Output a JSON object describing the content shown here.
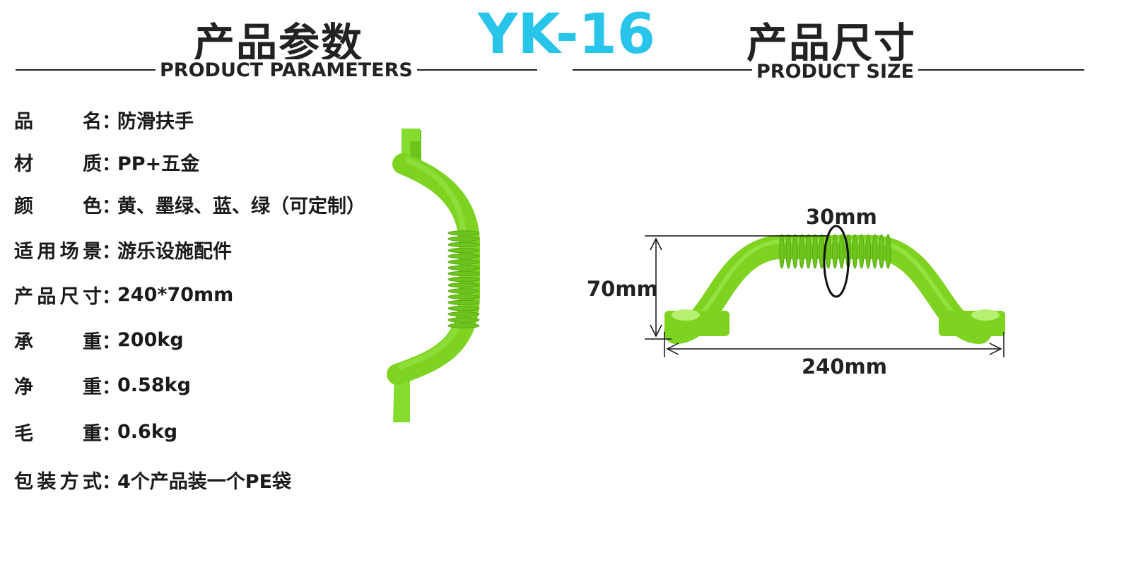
{
  "header": {
    "left_title_cn": "产品参数",
    "left_title_en": "PRODUCT PARAMETERS",
    "model": "YK-16",
    "right_title_cn": "产品尺寸",
    "right_title_en": "PRODUCT SIZE"
  },
  "params": [
    {
      "label_chars": [
        "品",
        "名"
      ],
      "colon": "：",
      "value": "防滑扶手"
    },
    {
      "label_chars": [
        "材",
        "质"
      ],
      "colon": "：",
      "value": "PP+五金"
    },
    {
      "label_chars": [
        "颜",
        "色"
      ],
      "colon": "：",
      "value": "黄、墨绿、蓝、绿（可定制）"
    },
    {
      "label_chars": [
        "适",
        "用",
        "场",
        "景"
      ],
      "colon": "：",
      "value": "游乐设施配件"
    },
    {
      "label_chars": [
        "产",
        "品",
        "尺",
        "寸"
      ],
      "colon": "：",
      "value": "240*70mm"
    },
    {
      "label_chars": [
        "承",
        "重"
      ],
      "colon": "：",
      "value": "200kg"
    },
    {
      "label_chars": [
        "净",
        "重"
      ],
      "colon": "：",
      "value": "0.58kg"
    },
    {
      "label_chars": [
        "毛",
        "重"
      ],
      "colon": "：",
      "value": "0.6kg"
    },
    {
      "label_chars": [
        "包",
        "装",
        "方",
        "式"
      ],
      "colon": "：",
      "value": "4个产品装一个PE袋"
    }
  ],
  "dimensions": {
    "diameter": "30mm",
    "height": "70mm",
    "length": "240mm"
  },
  "colors": {
    "accent": "#29c4ea",
    "product_green": "#7ed321",
    "text": "#222222"
  }
}
